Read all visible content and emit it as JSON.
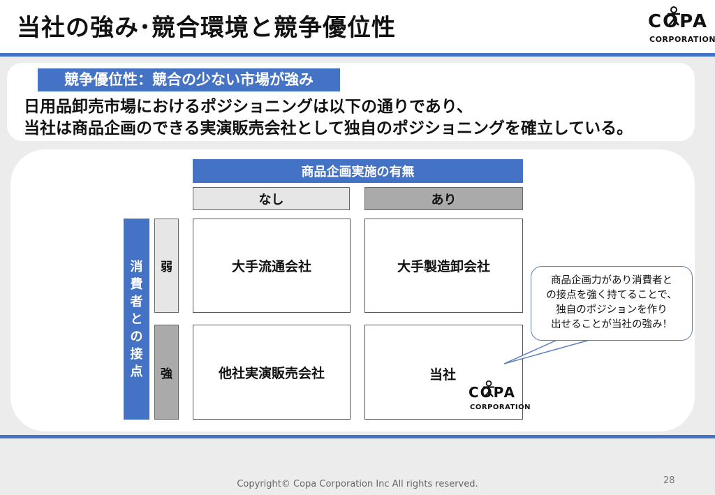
{
  "title": "当社の強み･競合環境と競争優位性",
  "logo": {
    "main": "COPA",
    "sub": "CORPORATION"
  },
  "tag": "競争優位性：競合の少ない市場が強み",
  "intro": {
    "line1": "日用品卸売市場におけるポジショニングは以下の通りであり、",
    "line2": "当社は商品企画のできる実演販売会社として独自のポジショニングを確立している。"
  },
  "matrix": {
    "col_header": "商品企画実施の有無",
    "col_none": "なし",
    "col_some": "あり",
    "row_header_chars": [
      "消",
      "費",
      "者",
      "と",
      "の",
      "接",
      "点"
    ],
    "row_weak": "弱",
    "row_strong": "強",
    "cells": {
      "weak_none": "大手流通会社",
      "weak_some": "大手製造卸会社",
      "strong_none": "他社実演販売会社",
      "strong_some": "当社"
    }
  },
  "callout": {
    "lines": [
      "商品企画力があり消費者と",
      "の接点を強く持てることで、",
      "独自のポジションを作り",
      "出せることが当社の強み！"
    ]
  },
  "footer": {
    "copyright": "Copyright© Copa Corporation Inc All rights reserved.",
    "page": "28"
  }
}
